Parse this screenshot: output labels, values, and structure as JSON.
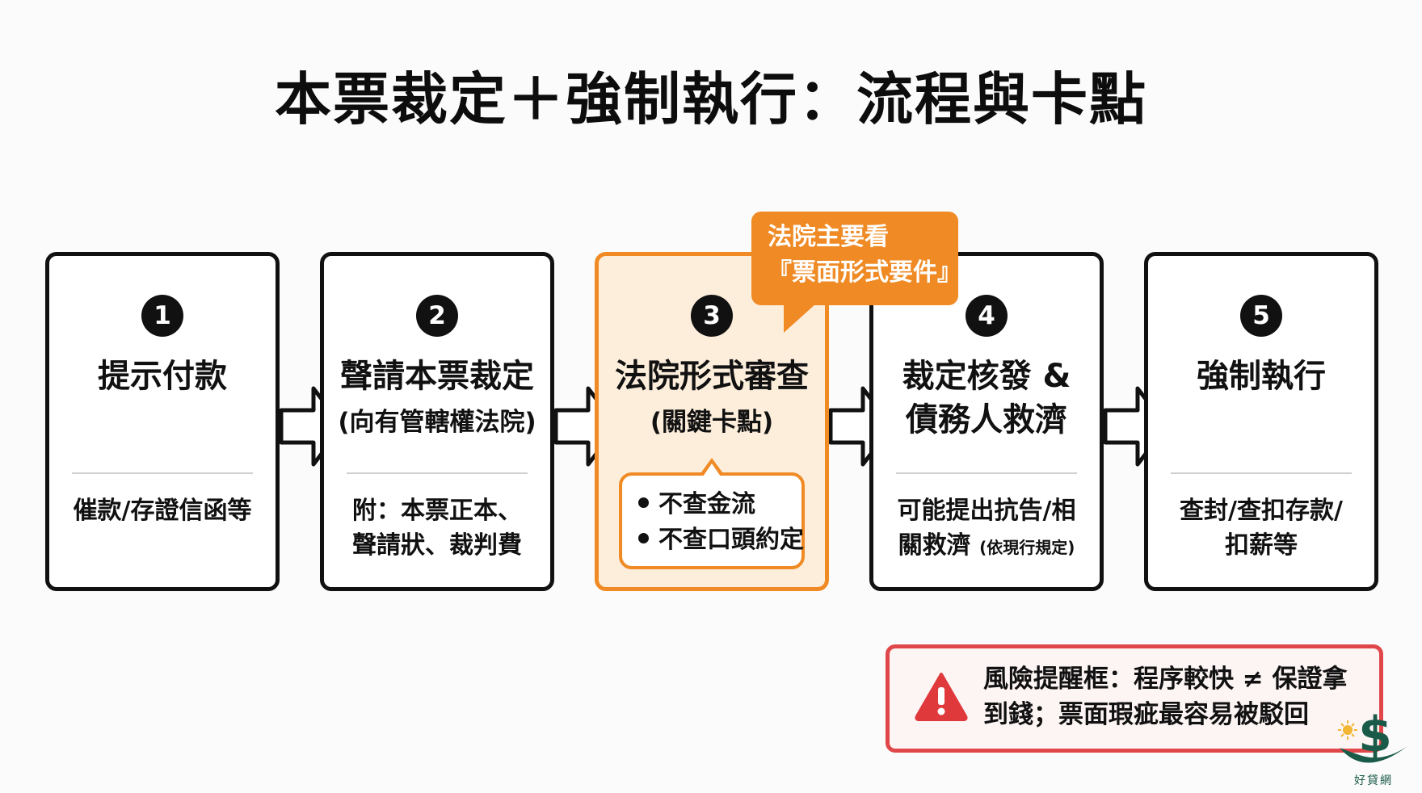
{
  "title": "本票裁定＋強制執行：流程與卡點",
  "steps": [
    {
      "number": "1",
      "title": "提示付款",
      "subtitle": "",
      "note_lines": [
        "催款/存證信函等"
      ],
      "note_small": ""
    },
    {
      "number": "2",
      "title": "聲請本票裁定",
      "subtitle": "(向有管轄權法院)",
      "note_lines": [
        "附：本票正本、",
        "聲請狀、裁判費"
      ],
      "note_small": ""
    },
    {
      "number": "3",
      "title": "法院形式審查",
      "subtitle": "(關鍵卡點)",
      "bullets": [
        "不查金流",
        "不查口頭約定"
      ]
    },
    {
      "number": "4",
      "title": "裁定核發 &",
      "title2": "債務人救濟",
      "note_lines": [
        "可能提出抗告/相",
        "關救濟"
      ],
      "note_small": "(依現行規定)"
    },
    {
      "number": "5",
      "title": "強制執行",
      "subtitle": "",
      "note_lines": [
        "查封/查扣存款/",
        "扣薪等"
      ],
      "note_small": ""
    }
  ],
  "callout": {
    "line1": "法院主要看",
    "line2": "『票面形式要件』"
  },
  "risk": {
    "line1": "風險提醒框：程序較快 ≠ 保證拿",
    "line2": "到錢；票面瑕疵最容易被駁回",
    "icon": "warning-triangle-icon"
  },
  "logo": {
    "text": "好貸網"
  },
  "colors": {
    "accent": "#ef8a24",
    "risk": "#e0474a",
    "text": "#111111"
  }
}
